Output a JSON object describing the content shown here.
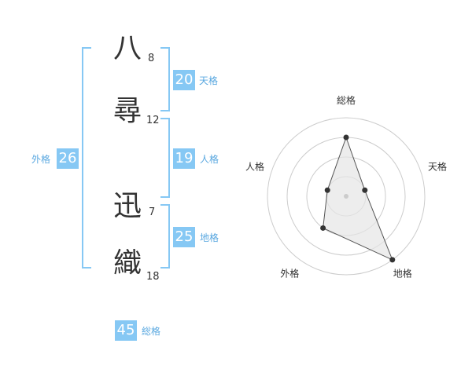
{
  "name": {
    "chars": [
      {
        "char": "八",
        "strokes": "8"
      },
      {
        "char": "尋",
        "strokes": "12"
      },
      {
        "char": "迅",
        "strokes": "7"
      },
      {
        "char": "織",
        "strokes": "18"
      }
    ]
  },
  "fortunes": {
    "tenkaku": {
      "label": "天格",
      "value": "20"
    },
    "jinkaku": {
      "label": "人格",
      "value": "19"
    },
    "chikaku": {
      "label": "地格",
      "value": "25"
    },
    "gaikaku": {
      "label": "外格",
      "value": "26"
    },
    "soukaku": {
      "label": "総格",
      "value": "45"
    }
  },
  "colors": {
    "accent": "#86c8f4",
    "accent_text": "#5aa8e0",
    "text": "#333333",
    "grid": "#cccccc",
    "fill": "#e6e6e6"
  },
  "chart_data": {
    "type": "radar",
    "axes": [
      "総格",
      "天格",
      "地格",
      "外格",
      "人格"
    ],
    "values": [
      3,
      1,
      4,
      2,
      1
    ],
    "range": [
      0,
      4
    ],
    "rings": 4,
    "grid": true
  }
}
